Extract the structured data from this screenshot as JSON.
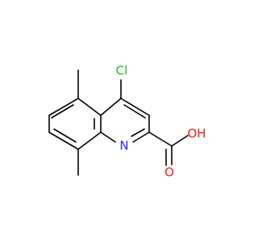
{
  "molecule": {
    "atoms": {
      "chlorine": {
        "label": "Cl",
        "color": "#1fbf1f"
      },
      "nitrogen": {
        "label": "N",
        "color": "#2a2aff"
      },
      "carbonyl_oxygen": {
        "label": "O",
        "color": "#ff1a1a"
      },
      "hydroxyl": {
        "label": "OH",
        "color": "#ff1a1a"
      }
    }
  }
}
